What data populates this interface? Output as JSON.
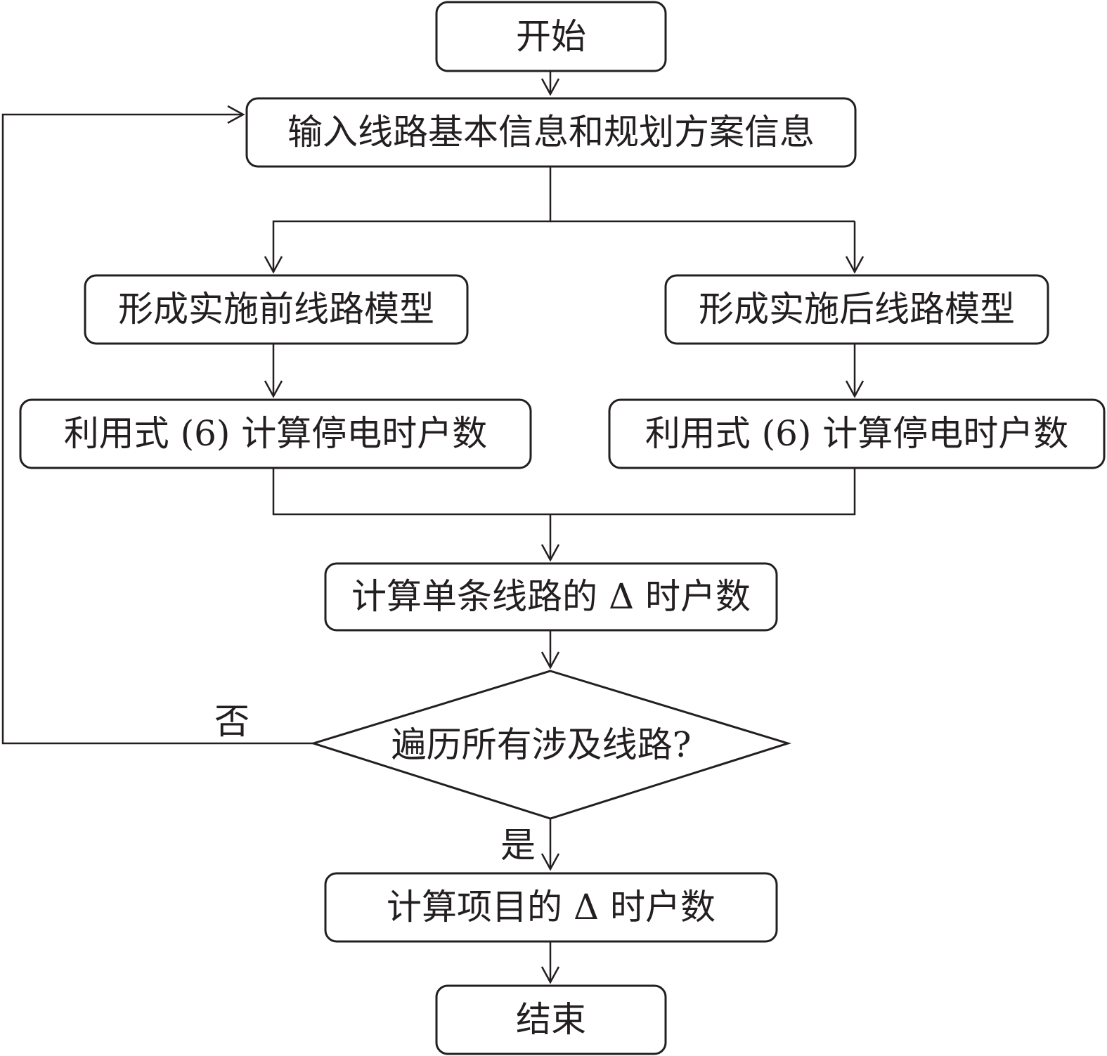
{
  "nodes": {
    "start": "开始",
    "input": "输入线路基本信息和规划方案信息",
    "model_before": "形成实施前线路模型",
    "model_after": "形成实施后线路模型",
    "calc_before": "利用式 (6) 计算停电时户数",
    "calc_after": "利用式 (6) 计算停电时户数",
    "calc_single": "计算单条线路的 Δ 时户数",
    "decision": "遍历所有涉及线路?",
    "calc_project": "计算项目的 Δ 时户数",
    "end": "结束"
  },
  "edge_labels": {
    "no": "否",
    "yes": "是"
  },
  "colors": {
    "stroke": "#231f20",
    "fill": "#ffffff",
    "text": "#231f20"
  }
}
